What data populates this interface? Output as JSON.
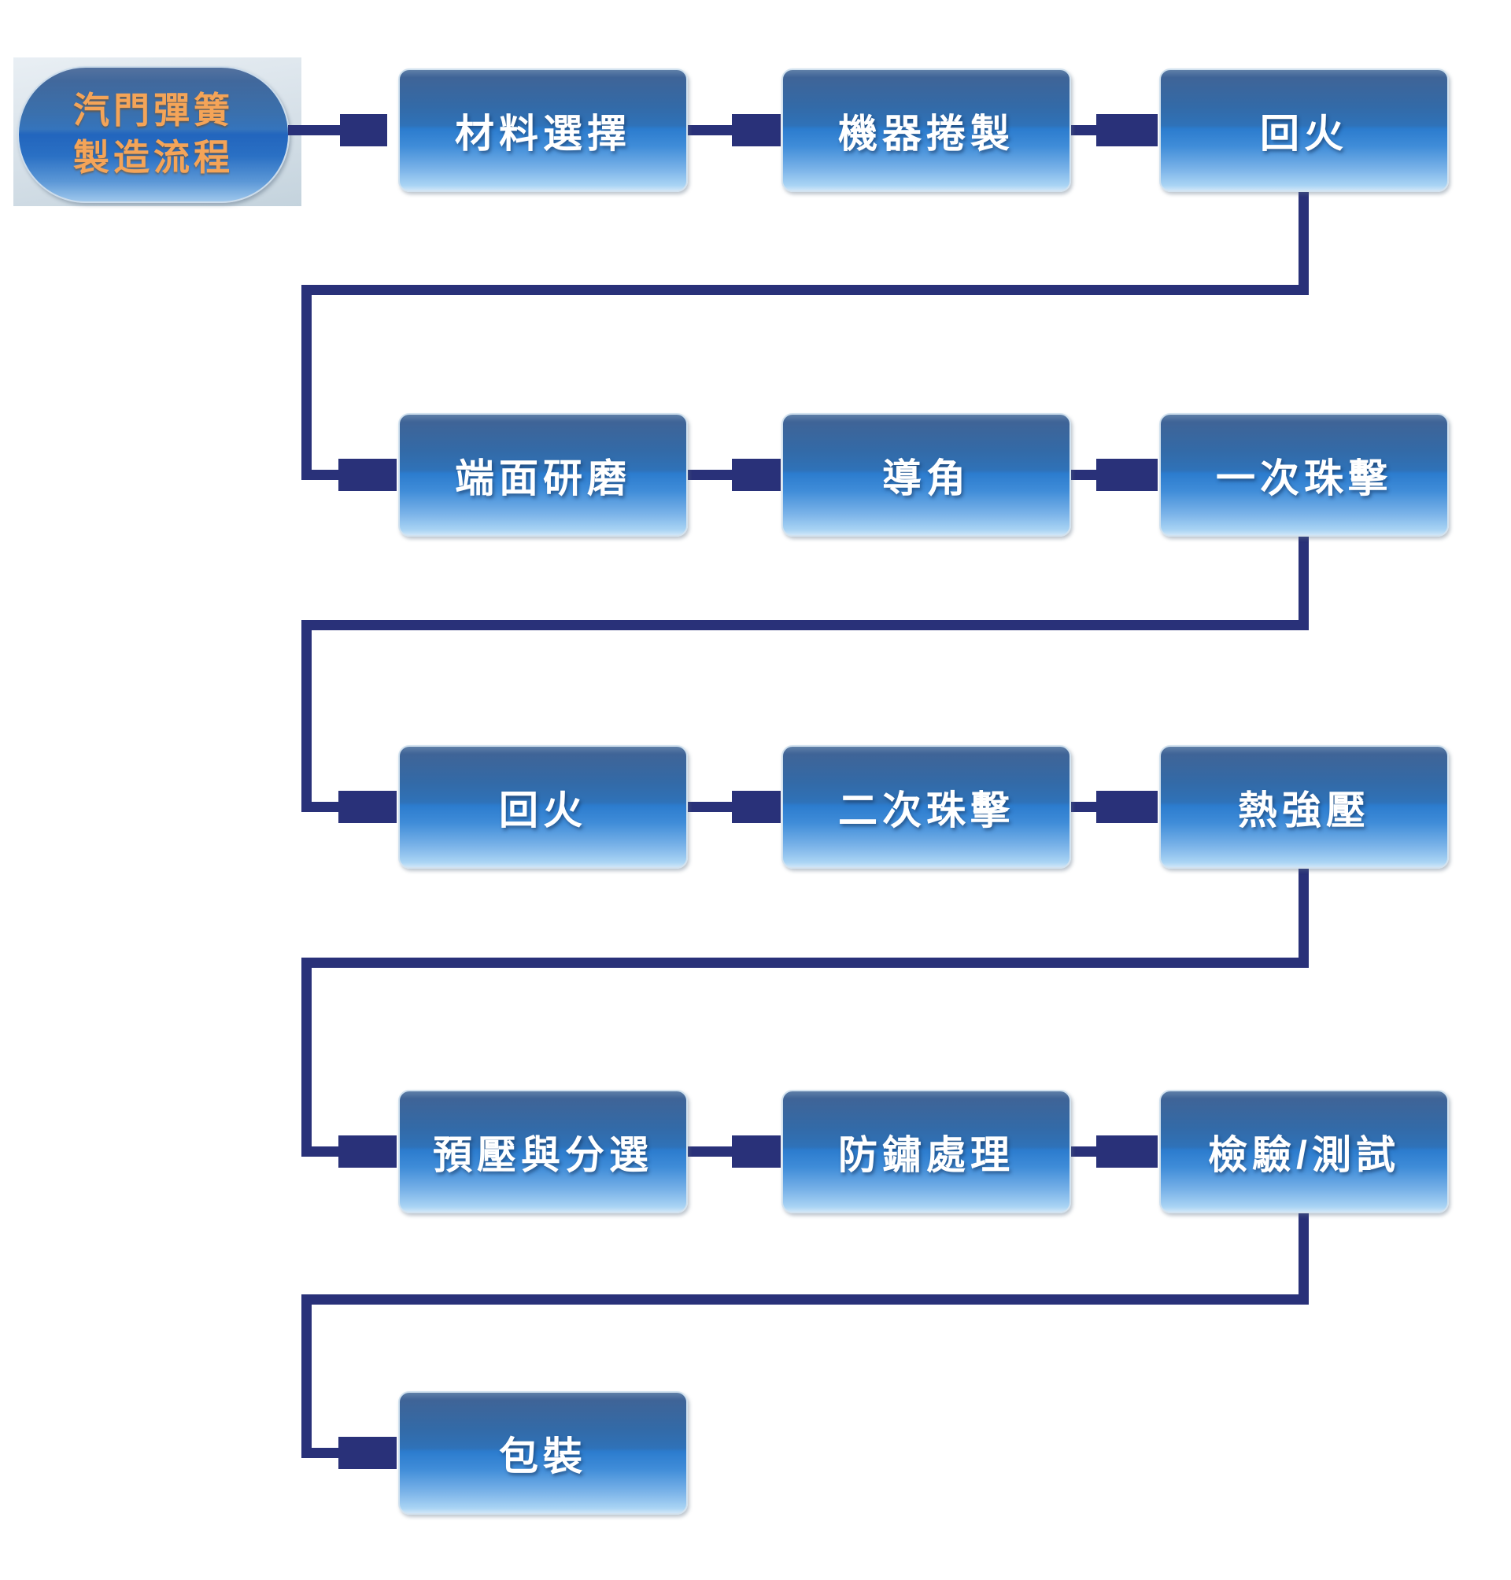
{
  "diagram": {
    "type": "flowchart",
    "title": {
      "line1": "汽門彈簧",
      "line2": "製造流程"
    },
    "colors": {
      "connector": "#293179",
      "node_fill_top": "#3f6497",
      "node_fill_bottom": "#aad4f4",
      "node_text": "#ffffff",
      "title_text": "#f4a458",
      "title_panel_bg": "#d6e0e8"
    },
    "nodes": [
      {
        "id": "material-selection",
        "label": "材料選擇"
      },
      {
        "id": "machine-coiling",
        "label": "機器捲製"
      },
      {
        "id": "tempering-1",
        "label": "回火"
      },
      {
        "id": "end-face-grinding",
        "label": "端面研磨"
      },
      {
        "id": "chamfering",
        "label": "導角"
      },
      {
        "id": "first-shot-peening",
        "label": "一次珠擊"
      },
      {
        "id": "tempering-2",
        "label": "回火"
      },
      {
        "id": "second-shot-peening",
        "label": "二次珠擊"
      },
      {
        "id": "hot-press-setting",
        "label": "熱強壓"
      },
      {
        "id": "presetting-and-sorting",
        "label": "預壓與分選"
      },
      {
        "id": "rust-prevention",
        "label": "防鏽處理"
      },
      {
        "id": "inspection-testing",
        "label": "檢驗/測試"
      },
      {
        "id": "packaging",
        "label": "包裝"
      }
    ],
    "edges": [
      {
        "from": "start",
        "to": "material-selection"
      },
      {
        "from": "material-selection",
        "to": "machine-coiling"
      },
      {
        "from": "machine-coiling",
        "to": "tempering-1"
      },
      {
        "from": "tempering-1",
        "to": "end-face-grinding"
      },
      {
        "from": "end-face-grinding",
        "to": "chamfering"
      },
      {
        "from": "chamfering",
        "to": "first-shot-peening"
      },
      {
        "from": "first-shot-peening",
        "to": "tempering-2"
      },
      {
        "from": "tempering-2",
        "to": "second-shot-peening"
      },
      {
        "from": "second-shot-peening",
        "to": "hot-press-setting"
      },
      {
        "from": "hot-press-setting",
        "to": "presetting-and-sorting"
      },
      {
        "from": "presetting-and-sorting",
        "to": "rust-prevention"
      },
      {
        "from": "rust-prevention",
        "to": "inspection-testing"
      },
      {
        "from": "inspection-testing",
        "to": "packaging"
      }
    ]
  }
}
